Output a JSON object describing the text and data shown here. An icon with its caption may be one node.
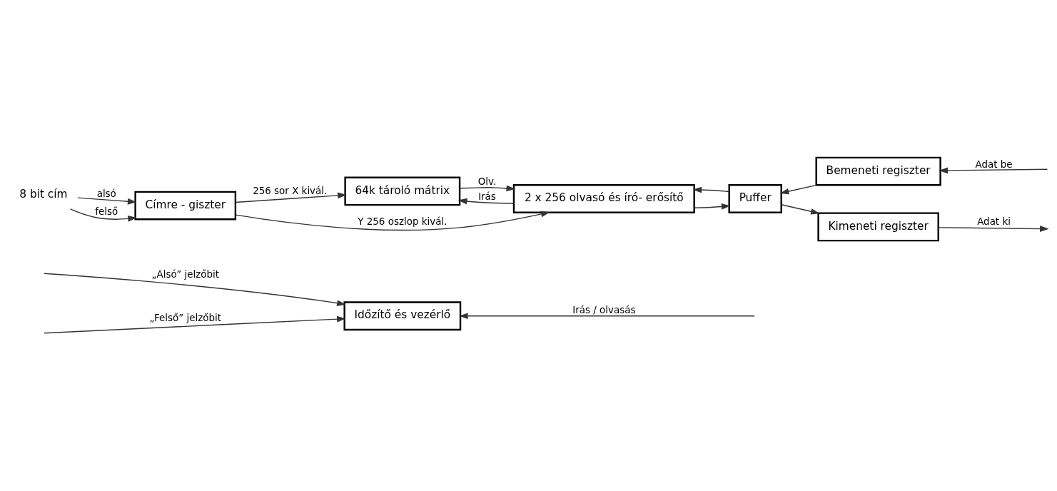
{
  "diagram": {
    "nodes": [
      {
        "text": [
          "Időzítő és vezérlő"
        ]
      },
      {
        "text": [
          "Címre - giszter"
        ]
      },
      {
        "text": [
          "64k tároló mátrix"
        ]
      },
      {
        "text": [
          "2 x 256 olvasó és író- erősítő"
        ]
      },
      {
        "text": [
          "Puffer"
        ]
      },
      {
        "text": [
          "Bemeneti regiszter"
        ]
      },
      {
        "text": [
          "Kimeneti regiszter"
        ]
      },
      {
        "text": [
          "8 bit cím"
        ]
      }
    ],
    "edges": [
      {
        "from": null,
        "to": 0,
        "arrow": "to",
        "label": "„Alsó” jelzőbit"
      },
      {
        "from": null,
        "to": 0,
        "arrow": "to",
        "label": "„Felső” jelzőbit"
      },
      {
        "from": null,
        "to": 0,
        "arrow": "to",
        "label": "Irás / olvasás"
      },
      {
        "from": 7,
        "to": 1,
        "arrow": "to",
        "label": "alsó"
      },
      {
        "from": 7,
        "to": 1,
        "arrow": "to",
        "label": "felső"
      },
      {
        "from": 1,
        "to": 2,
        "arrow": "to",
        "label": "256 sor X kivál."
      },
      {
        "from": 1,
        "to": 3,
        "arrow": "to",
        "label": "Y 256 oszlop kivál."
      },
      {
        "from": 2,
        "to": 3,
        "arrow": "to",
        "label": "Olv."
      },
      {
        "from": 3,
        "to": 2,
        "arrow": "to",
        "label": "Irás"
      },
      {
        "from": 3,
        "to": 4,
        "arrow": "to"
      },
      {
        "from": 4,
        "to": 3,
        "arrow": "to"
      },
      {
        "from": 5,
        "to": 4,
        "arrow": "to"
      },
      {
        "from": 4,
        "to": 6,
        "arrow": "to"
      },
      {
        "from": null,
        "to": 5,
        "arrow": "to",
        "label": "Adat be"
      },
      {
        "from": 6,
        "to": null,
        "arrow": "to",
        "label": "Adat ki"
      }
    ]
  }
}
